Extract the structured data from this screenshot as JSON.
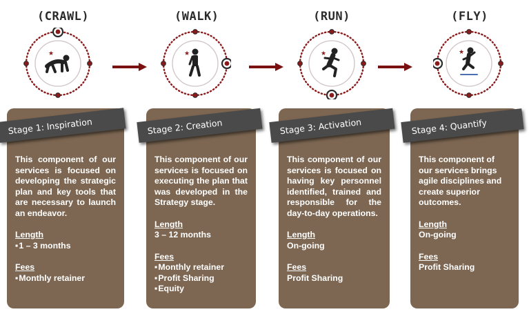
{
  "stages": [
    {
      "title": "(CRAWL)",
      "icon": "crawling-person-icon",
      "label": "Stage 1: Inspiration",
      "description": "This component of our services is focused on developing the strategic plan and key tools that are necessary to launch an endeavor.",
      "length_heading": "Length",
      "length": [
        "1 – 3 months"
      ],
      "fees_heading": "Fees",
      "fees": [
        "Monthly retainer"
      ]
    },
    {
      "title": "(WALK)",
      "icon": "walking-person-icon",
      "label": "Stage 2: Creation",
      "description": "This component of our services is focused on executing the plan that was developed in the Strategy stage.",
      "length_heading": "Length",
      "length": [
        "3 – 12 months"
      ],
      "fees_heading": "Fees",
      "fees": [
        "Monthly retainer",
        "Profit Sharing",
        "Equity"
      ]
    },
    {
      "title": "(RUN)",
      "icon": "running-person-icon",
      "label": "Stage 3: Activation",
      "description": "This component of our services is focused on having key personnel identified, trained and responsible for the day-to-day operations.",
      "length_heading": "Length",
      "length": [
        "On-going"
      ],
      "fees_heading": "Fees",
      "fees": [
        "Profit Sharing"
      ]
    },
    {
      "title": "(FLY)",
      "icon": "jumping-person-icon",
      "label": "Stage 4: Quantify",
      "description": "This component of our services brings agile disciplines and create superior outcomes.",
      "length_heading": "Length",
      "length": [
        "On-going"
      ],
      "fees_heading": "Fees",
      "fees": [
        "Profit Sharing"
      ]
    }
  ],
  "colors": {
    "card": "#7d6752",
    "banner": "#4a4a4a",
    "accent": "#8b1a1a",
    "dark": "#2b2b2b"
  }
}
